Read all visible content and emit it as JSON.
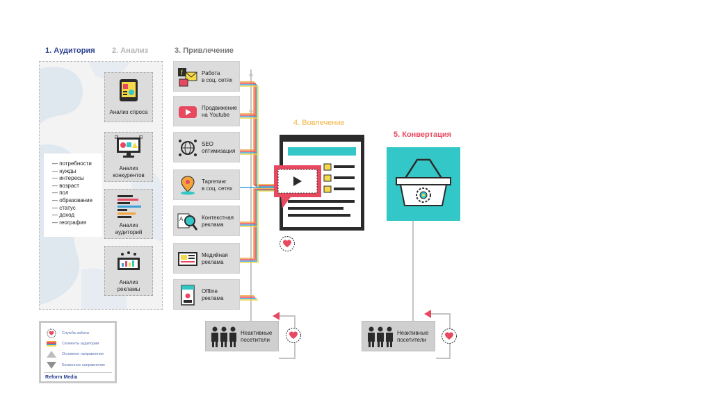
{
  "steps": {
    "audience": "1. Аудитория",
    "analysis": "2. Анализ",
    "attraction": "3. Привлечение",
    "engagement": "4. Вовлечение",
    "conversion": "5. Конвертация"
  },
  "audience_list": [
    "— потребности",
    "— нужды",
    "— интересы",
    "— возраст",
    "— пол",
    "— образование",
    "— статус",
    "— доход",
    "— география"
  ],
  "analysis_cards": {
    "demand": "Анализ спроса",
    "competitors": "Анализ\nконкурентов",
    "audiences": "Анализ\nаудиторий",
    "ads": "Анализ\nрекламы"
  },
  "attraction_cards": {
    "social": "Работа\nв соц. сетях",
    "youtube": "Продвижение\nна Youtube",
    "seo": "SEO\nоптимизация",
    "targeting": "Таргетинг\nв соц. сетях",
    "context": "Контекстная\nреклама",
    "media": "Медийная\nреклама",
    "offline": "Offline\nреклама"
  },
  "inactive": {
    "left": "Неактивные\nпосетители",
    "right": "Неактивные\nпосетители"
  },
  "legend": {
    "care": "Служба заботы",
    "segments": "Сегменты аудитории",
    "main": "Основное направление",
    "indirect": "Косвенное направление",
    "brand": "Reform Media"
  },
  "colors": {
    "audience": "#2a3f8f",
    "engagement": "#f2b544",
    "conversion": "#e74960",
    "conversion_box": "#34c7c7",
    "stripe_orange": "#f2a33a",
    "stripe_red": "#e74960",
    "stripe_blue": "#3f9fd8",
    "stripe_yellow": "#f5d94a",
    "heart": "#e74960"
  }
}
